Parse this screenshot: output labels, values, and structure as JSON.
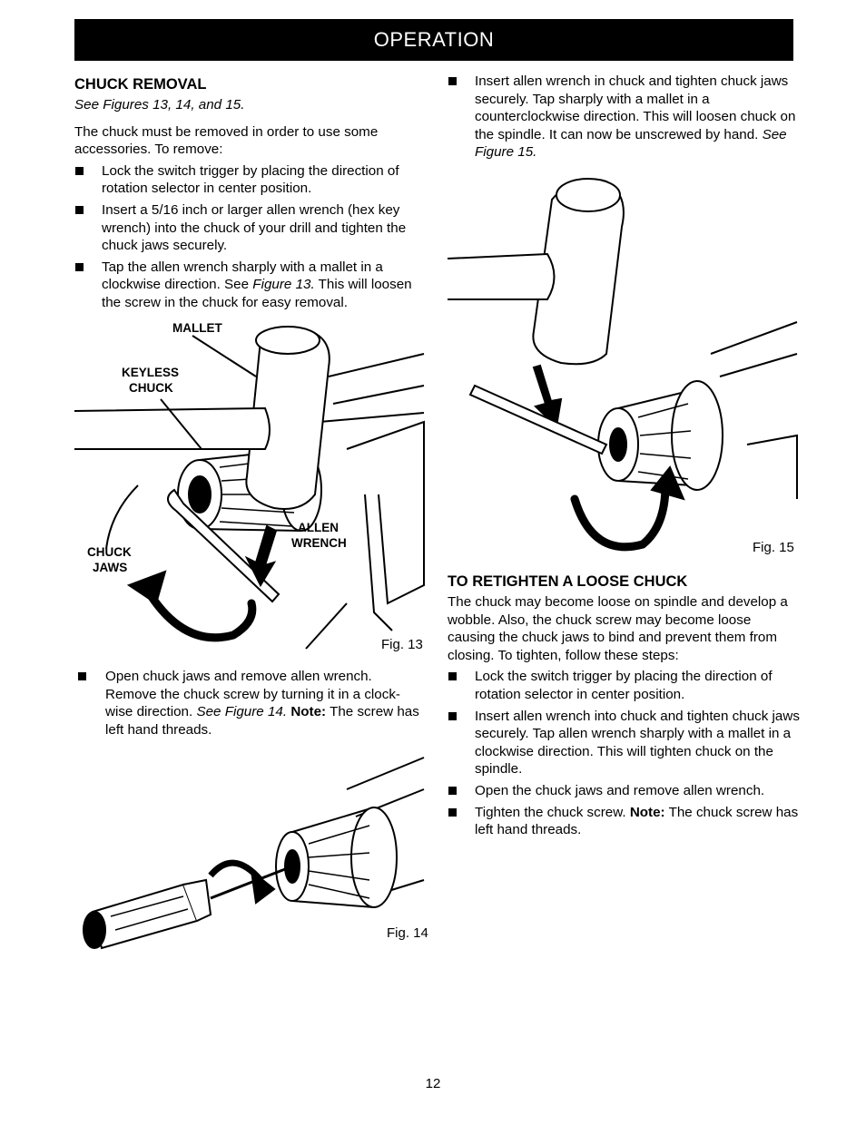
{
  "header": {
    "title": "OPERATION"
  },
  "left": {
    "heading": "CHUCK REMOVAL",
    "see": "See Figures 13, 14, and 15.",
    "intro": "The chuck must be removed in order to use some accessories. To remove:",
    "bullets": [
      "Lock the switch trigger by placing the direction of rotation selector in center position.",
      "Insert a 5/16 inch or larger allen wrench (hex key wrench) into the chuck of your drill and tighten the chuck jaws securely.",
      "Tap the allen wrench sharply with a mallet in a clockwise direction. See Figure 13. This will loosen the screw in the chuck for easy removal."
    ],
    "bullet3": {
      "pre": "Tap the allen wrench sharply with a mallet in a clockwise direction. See ",
      "fig": "Figure 13.",
      "post": " This will loosen the screw in the chuck for easy removal."
    },
    "bullet4": {
      "pre": "Open chuck jaws and remove allen wrench. Remove the chuck screw by turning it in a clock-wise direction. ",
      "see": "See Figure 14.",
      "note": "Note:",
      "post": " The screw has left hand threads."
    }
  },
  "fig13": {
    "label": "Fig. 13",
    "callouts": {
      "mallet": "MALLET",
      "keyless": "KEYLESS",
      "chuck": "CHUCK",
      "allen": "ALLEN",
      "wrench": "WRENCH",
      "chuck_jaws_1": "CHUCK",
      "chuck_jaws_2": "JAWS"
    }
  },
  "fig14": {
    "label": "Fig. 14"
  },
  "right": {
    "bullet1": {
      "pre": "Insert allen wrench in chuck and tighten chuck jaws securely. Tap sharply with a mallet in a counterclockwise direction. This will loosen chuck on the spindle. It can now be unscrewed by hand. ",
      "see": "See Figure 15."
    },
    "heading": "TO RETIGHTEN A LOOSE CHUCK",
    "intro": "The chuck may become loose on spindle and develop a wobble. Also, the chuck screw may become loose causing the chuck jaws to bind and prevent them from closing. To tighten, follow these steps:",
    "bullets": [
      "Lock the switch trigger by placing the direction of rotation selector in center position.",
      "Insert allen wrench into chuck and tighten chuck jaws securely. Tap allen wrench sharply with a mallet in a clockwise direction. This will tighten chuck on the spindle.",
      "Open the chuck jaws and remove allen wrench."
    ],
    "bullet5": {
      "pre": "Tighten the chuck screw. ",
      "note": "Note:",
      "post": " The chuck screw has left hand threads."
    }
  },
  "fig15": {
    "label": "Fig. 15"
  },
  "footer": {
    "page_number": "12"
  }
}
